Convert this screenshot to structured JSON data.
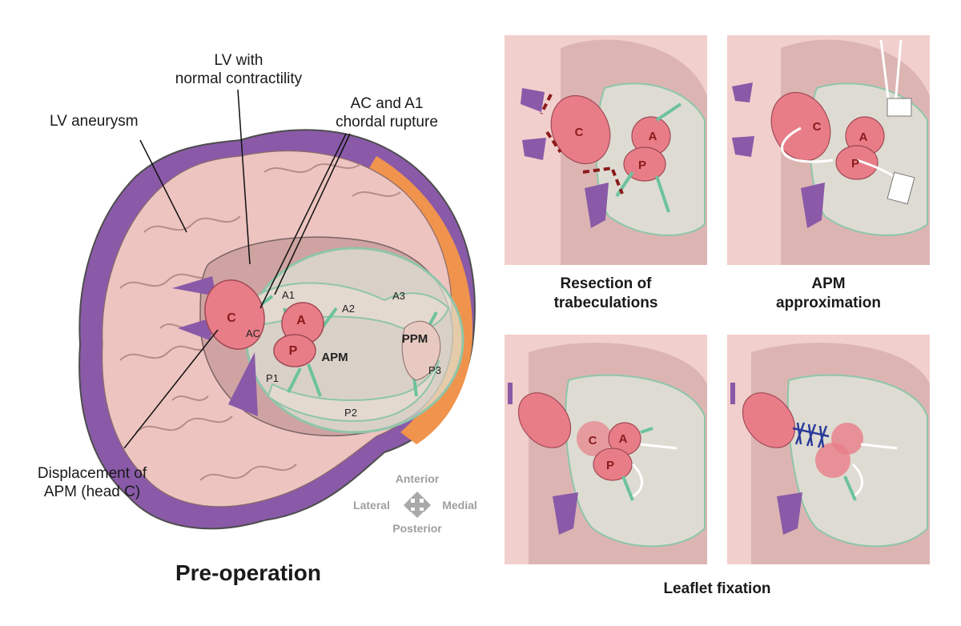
{
  "main_diagram": {
    "title": "Pre-operation",
    "callouts": {
      "lv_aneurysm": "LV aneurysm",
      "lv_normal_line1": "LV with",
      "lv_normal_line2": "normal contractility",
      "ac_a1_line1": "AC and A1",
      "ac_a1_line2": "chordal rupture",
      "displacement_line1": "Displacement of",
      "displacement_line2": "APM (head C)"
    },
    "structure_labels": {
      "head_c": "C",
      "head_a": "A",
      "head_p": "P",
      "a1": "A1",
      "a2": "A2",
      "a3": "A3",
      "ac": "AC",
      "apm": "APM",
      "ppm": "PPM",
      "p1": "P1",
      "p2": "P2",
      "p3": "P3"
    },
    "orientation": {
      "anterior": "Anterior",
      "posterior": "Posterior",
      "lateral": "Lateral",
      "medial": "Medial"
    }
  },
  "panels": {
    "resection": {
      "caption_line1": "Resection of",
      "caption_line2": "trabeculations",
      "c": "C",
      "a": "A",
      "p": "P"
    },
    "approximation": {
      "caption_line1": "APM",
      "caption_line2": "approximation",
      "c": "C",
      "a": "A",
      "p": "P"
    },
    "fixation_left": {
      "c": "C",
      "a": "A",
      "p": "P"
    },
    "fixation_caption": "Leaflet fixation"
  },
  "colors": {
    "tissue_bg": "#f1cfcd",
    "muscle": "#e8b8b4",
    "aneurysm_purple": "#8a5aa8",
    "normal_orange": "#f0934c",
    "valve_green": "#cfe3d2",
    "chordae": "#6cc29c",
    "papillary": "#e87d88",
    "cut_line": "#8b1a1a",
    "suture_blue": "#2b3a9a"
  }
}
